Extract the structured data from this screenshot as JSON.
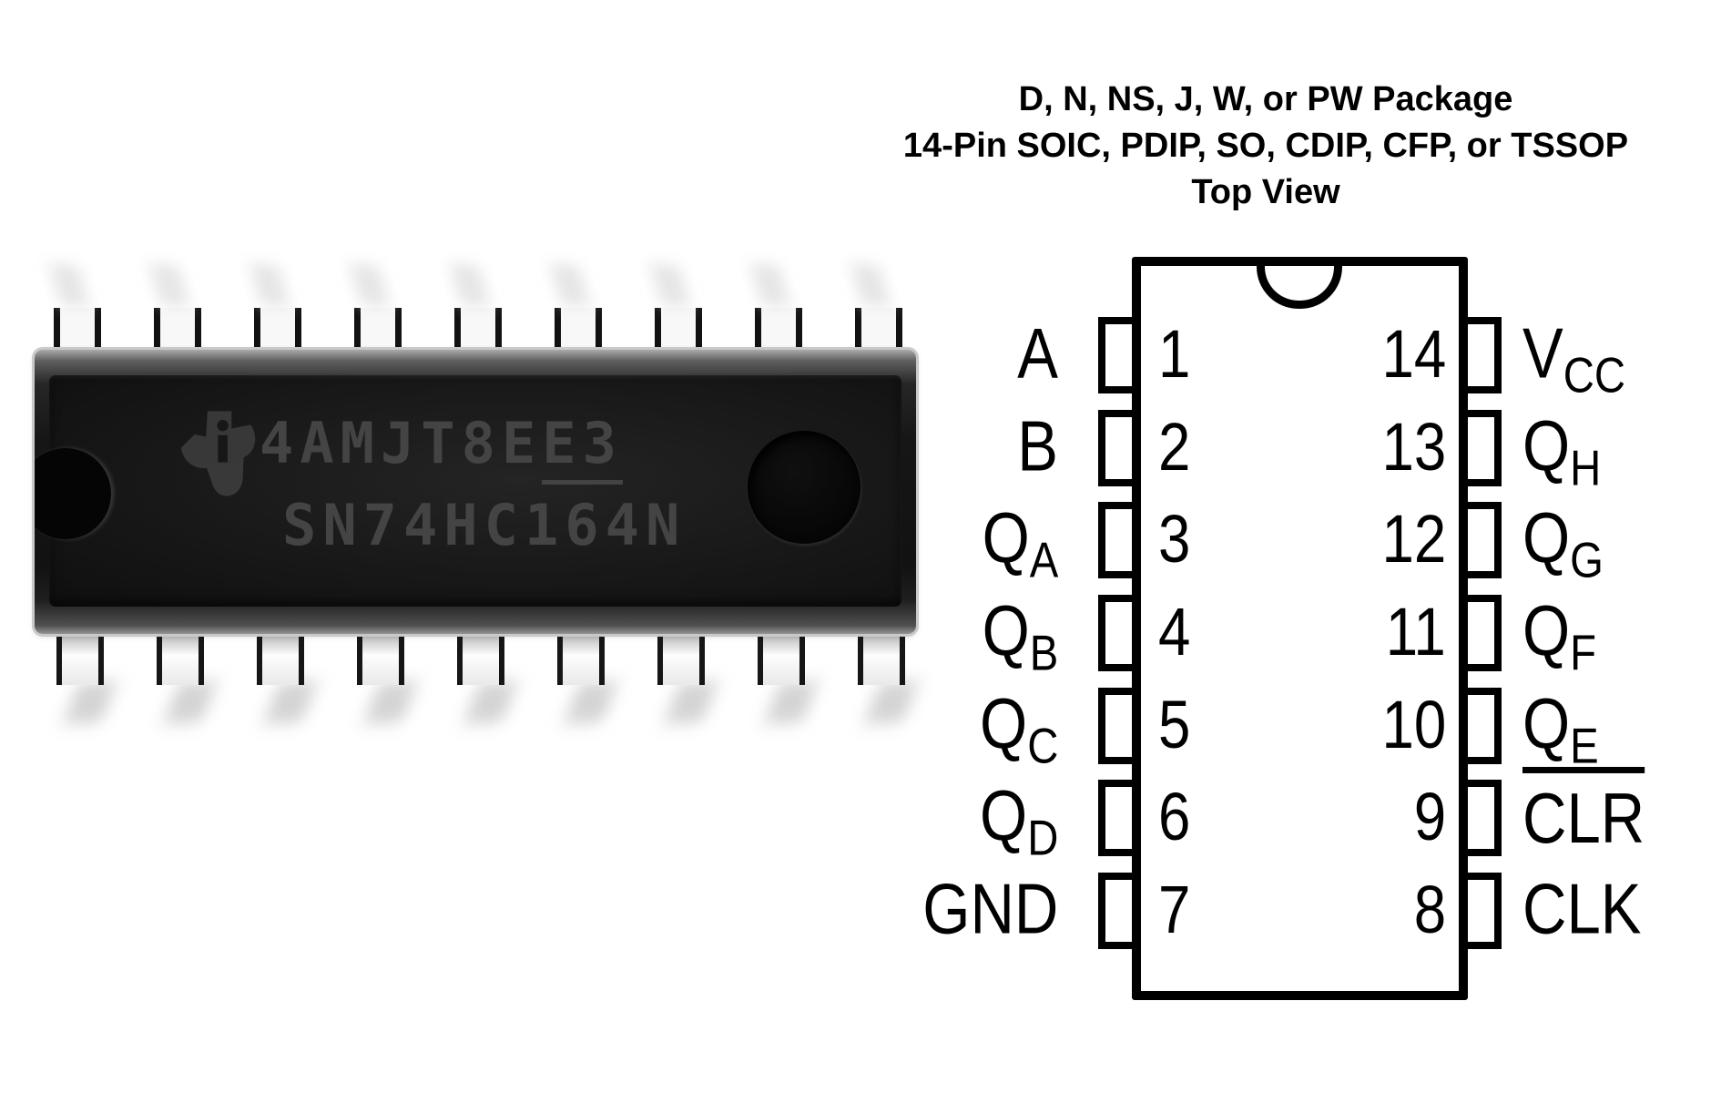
{
  "header": {
    "line1": "D, N, NS, J, W, or PW Package",
    "line2": "14-Pin SOIC, PDIP, SO, CDIP, CFP, or TSSOP",
    "line3": "Top View"
  },
  "chip_photo": {
    "logo": "Texas Instruments logo",
    "marking_line1_prefix": "4AMJT8E",
    "marking_line1_underlined": "E3",
    "marking_line2": "SN74HC164N",
    "body_color": "#161616",
    "pin_color": "#f5f5f5",
    "marking_color": "#484848"
  },
  "pinout": {
    "stroke_color": "#000000",
    "left_pins": [
      {
        "number": "1",
        "base": "A",
        "sub": ""
      },
      {
        "number": "2",
        "base": "B",
        "sub": ""
      },
      {
        "number": "3",
        "base": "Q",
        "sub": "A"
      },
      {
        "number": "4",
        "base": "Q",
        "sub": "B"
      },
      {
        "number": "5",
        "base": "Q",
        "sub": "C"
      },
      {
        "number": "6",
        "base": "Q",
        "sub": "D"
      },
      {
        "number": "7",
        "base": "GND",
        "sub": ""
      }
    ],
    "right_pins": [
      {
        "number": "14",
        "base": "V",
        "sub": "CC"
      },
      {
        "number": "13",
        "base": "Q",
        "sub": "H"
      },
      {
        "number": "12",
        "base": "Q",
        "sub": "G"
      },
      {
        "number": "11",
        "base": "Q",
        "sub": "F"
      },
      {
        "number": "10",
        "base": "Q",
        "sub": "E"
      },
      {
        "number": "9",
        "base": "CLR",
        "sub": "",
        "overline": true
      },
      {
        "number": "8",
        "base": "CLK",
        "sub": ""
      }
    ]
  }
}
